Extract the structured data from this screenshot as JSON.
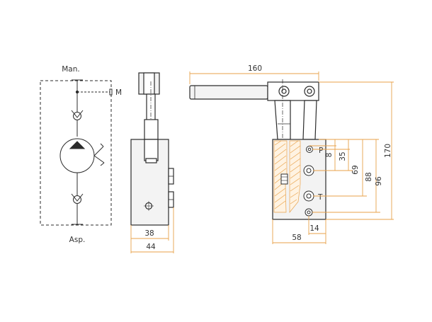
{
  "colors": {
    "line": "#2b2b2b",
    "dimension": "#e8a24a",
    "body_fill": "#f3f3f3",
    "section_hatch": "#e8a24a"
  },
  "schematic": {
    "top_label": "Man.",
    "port_label": "M",
    "bottom_label": "Asp."
  },
  "side_view": {
    "dims": {
      "inner_width": "38",
      "outer_width": "44"
    }
  },
  "front_view": {
    "port_labels": {
      "p": "P",
      "t": "T"
    },
    "dims": {
      "handle_length": "160",
      "height_total": "170",
      "d8": "8",
      "d35": "35",
      "d69": "69",
      "d88": "88",
      "d96": "96",
      "d14": "14",
      "base_width": "58"
    }
  }
}
